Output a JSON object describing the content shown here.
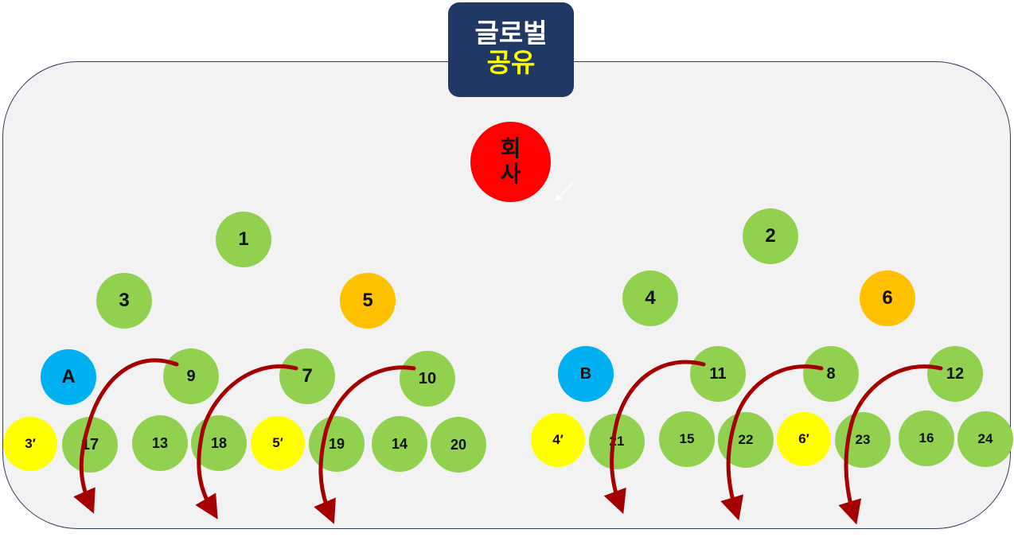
{
  "title": {
    "line1": "글로벌",
    "line2": "공유"
  },
  "company": {
    "label": "회\n사"
  },
  "colors": {
    "green": "#92d050",
    "orange": "#ffc000",
    "blue": "#00b0f0",
    "yellow": "#ffff00",
    "red": "#ff0000",
    "navy": "#203864",
    "arrow": "#a50000"
  },
  "nodes": [
    {
      "label": "1",
      "color": "green"
    },
    {
      "label": "2",
      "color": "green"
    },
    {
      "label": "3",
      "color": "green"
    },
    {
      "label": "5",
      "color": "orange"
    },
    {
      "label": "4",
      "color": "green"
    },
    {
      "label": "6",
      "color": "orange"
    },
    {
      "label": "A",
      "color": "blue"
    },
    {
      "label": "9",
      "color": "green"
    },
    {
      "label": "7",
      "color": "green"
    },
    {
      "label": "10",
      "color": "green"
    },
    {
      "label": "B",
      "color": "blue"
    },
    {
      "label": "11",
      "color": "green"
    },
    {
      "label": "8",
      "color": "green"
    },
    {
      "label": "12",
      "color": "green"
    },
    {
      "label": "3′",
      "color": "yellow"
    },
    {
      "label": "17",
      "color": "green"
    },
    {
      "label": "13",
      "color": "green"
    },
    {
      "label": "18",
      "color": "green"
    },
    {
      "label": "5′",
      "color": "yellow"
    },
    {
      "label": "19",
      "color": "green"
    },
    {
      "label": "14",
      "color": "green"
    },
    {
      "label": "20",
      "color": "green"
    },
    {
      "label": "4′",
      "color": "yellow"
    },
    {
      "label": "21",
      "color": "green"
    },
    {
      "label": "15",
      "color": "green"
    },
    {
      "label": "22",
      "color": "green"
    },
    {
      "label": "6′",
      "color": "yellow"
    },
    {
      "label": "23",
      "color": "green"
    },
    {
      "label": "16",
      "color": "green"
    },
    {
      "label": "24",
      "color": "green"
    }
  ]
}
